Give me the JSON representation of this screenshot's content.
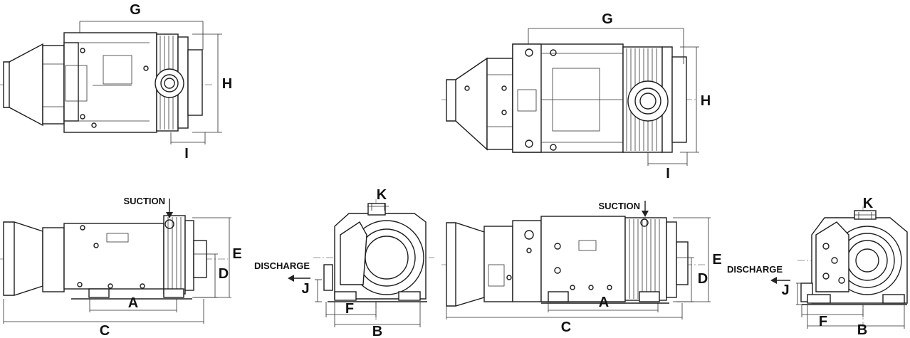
{
  "colors": {
    "line": "#1e1e1e",
    "text": "#111111",
    "background": "#ffffff"
  },
  "small_unit": {
    "top_view": {
      "G": "G",
      "H": "H",
      "I": "I"
    },
    "side_view": {
      "suction": "SUCTION",
      "A": "A",
      "C": "C",
      "D": "D",
      "E": "E"
    },
    "end_view": {
      "discharge": "DISCHARGE",
      "K": "K",
      "J": "J",
      "F": "F",
      "B": "B"
    }
  },
  "large_unit": {
    "top_view": {
      "G": "G",
      "H": "H",
      "I": "I"
    },
    "side_view": {
      "suction": "SUCTION",
      "A": "A",
      "C": "C",
      "D": "D",
      "E": "E"
    },
    "end_view": {
      "discharge": "DISCHARGE",
      "K": "K",
      "J": "J",
      "F": "F",
      "B": "B"
    }
  },
  "icons": [
    "arrow-down-icon",
    "arrow-left-icon"
  ]
}
